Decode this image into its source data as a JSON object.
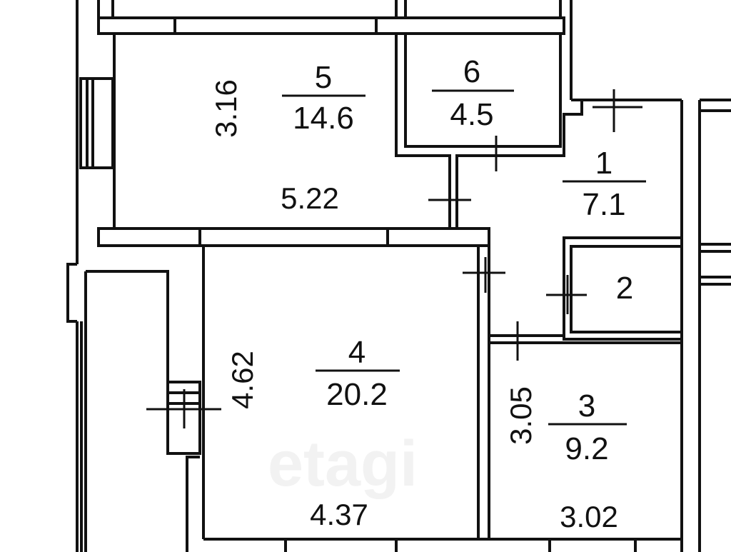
{
  "watermark": "etagi",
  "rooms": [
    {
      "number": "5",
      "area": "14.6"
    },
    {
      "number": "6",
      "area": "4.5"
    },
    {
      "number": "1",
      "area": "7.1"
    },
    {
      "number": "2"
    },
    {
      "number": "4",
      "area": "20.2"
    },
    {
      "number": "3",
      "area": "9.2"
    }
  ],
  "dimensions": {
    "room5_height": "3.16",
    "room5_width": "5.22",
    "room4_height": "4.62",
    "room4_width": "4.37",
    "room3_height": "3.05",
    "room3_width": "3.02"
  }
}
